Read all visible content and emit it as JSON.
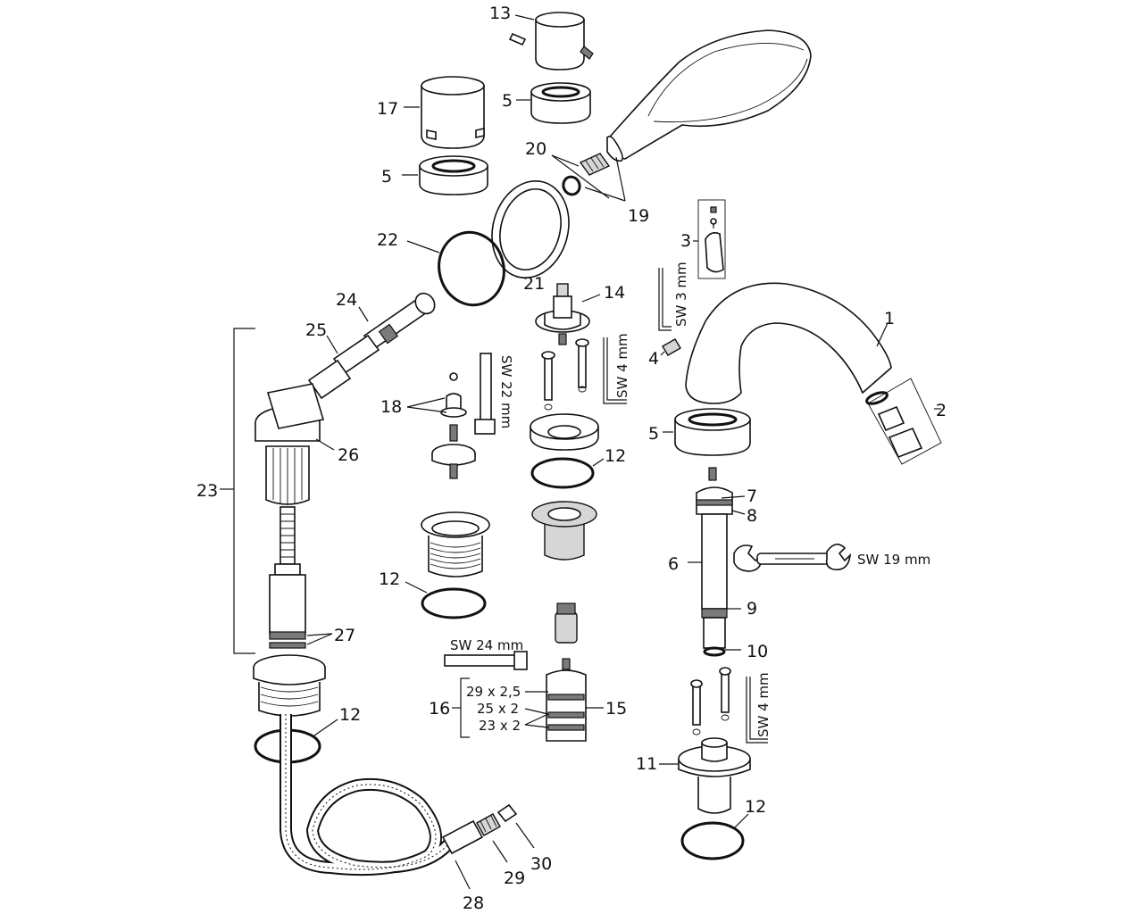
{
  "part_numbers": {
    "p1": "1",
    "p2": "2",
    "p3": "3",
    "p4": "4",
    "p5a": "5",
    "p5b": "5",
    "p5c": "5",
    "p6": "6",
    "p7": "7",
    "p8": "8",
    "p9": "9",
    "p10": "10",
    "p11": "11",
    "p12a": "12",
    "p12b": "12",
    "p12c": "12",
    "p12d": "12",
    "p13": "13",
    "p14": "14",
    "p15": "15",
    "p16": "16",
    "p17": "17",
    "p18": "18",
    "p19": "19",
    "p20": "20",
    "p21": "21",
    "p22": "22",
    "p23": "23",
    "p24": "24",
    "p25": "25",
    "p26": "26",
    "p27": "27",
    "p28": "28",
    "p29": "29",
    "p30": "30"
  },
  "tool_labels": {
    "sw3": "SW 3 mm",
    "sw4a": "SW 4 mm",
    "sw4b": "SW 4 mm",
    "sw22": "SW 22 mm",
    "sw24": "SW 24 mm",
    "sw19": "SW 19 mm"
  },
  "oring_labels": {
    "o1": "29 x 2,5",
    "o2": "25 x 2",
    "o3": "23 x 2"
  }
}
